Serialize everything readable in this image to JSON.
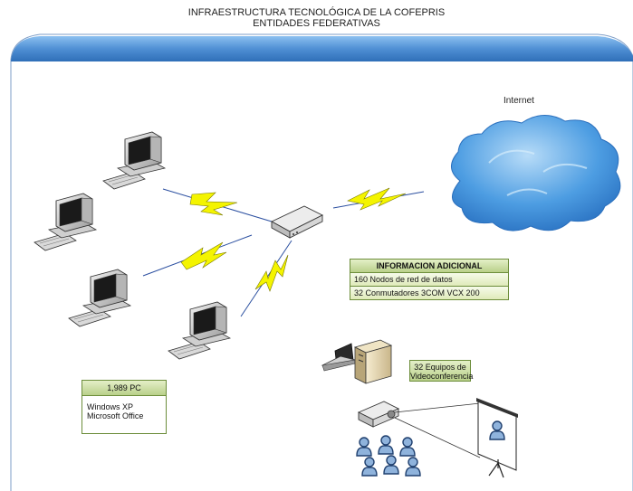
{
  "title": {
    "line1": "INFRAESTRUCTURA TECNOLÓGICA DE LA COFEPRIS",
    "line2": "ENTIDADES FEDERATIVAS"
  },
  "internet_label": "Internet",
  "info_box": {
    "header": "INFORMACION ADICIONAL",
    "rows": [
      "160 Nodos de red de datos",
      "32   Conmutadores 3COM VCX 200"
    ]
  },
  "pc_box": {
    "header": "1,989 PC",
    "lines": [
      "Windows  XP",
      "Microsoft Office"
    ]
  },
  "video_box": {
    "lines": [
      "32 Equipos de",
      "Videoconferencia"
    ]
  },
  "colors": {
    "banner": "#4f8fd4",
    "cloud": "#3f8fd6",
    "lightning": "#f4f400",
    "box_header": "#b9d08a",
    "box_border": "#6c8d3a"
  }
}
